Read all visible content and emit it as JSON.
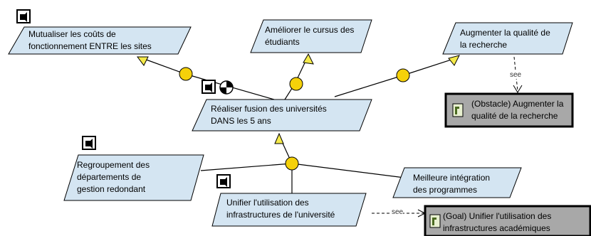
{
  "goals": {
    "mutualiser": "Mutualiser les coûts de\nfonctionnement ENTRE les sites",
    "cursus": "Améliorer le cursus des\nétudiants",
    "qualite": "Augmenter la qualité de\nla recherche",
    "fusion": "Réaliser fusion des universités\nDANS les 5 ans",
    "regroupement": "Regroupement des\ndépartements de\ngestion redondant",
    "integration": "Meilleure intégration\ndes programmes",
    "unifier": "Unifier l'utilisation des\ninfrastructures de l'université"
  },
  "references": {
    "obstacle": "(Obstacle) Augmenter la\nqualité de la recherche",
    "goal_ref": "(Goal) Unifier l'utilisation des\ninfrastructures académiques"
  },
  "links": {
    "see_label": "see"
  },
  "colors": {
    "goal_fill": "#d4e5f2",
    "ref_fill": "#a8a8a8",
    "refinement_circle": "#f5d10a",
    "arrow_fill": "#f5ea4a",
    "line": "#000000"
  },
  "icons": {
    "agent": "agent-icon",
    "milestone": "milestone-icon",
    "reference": "document-ref-icon"
  }
}
